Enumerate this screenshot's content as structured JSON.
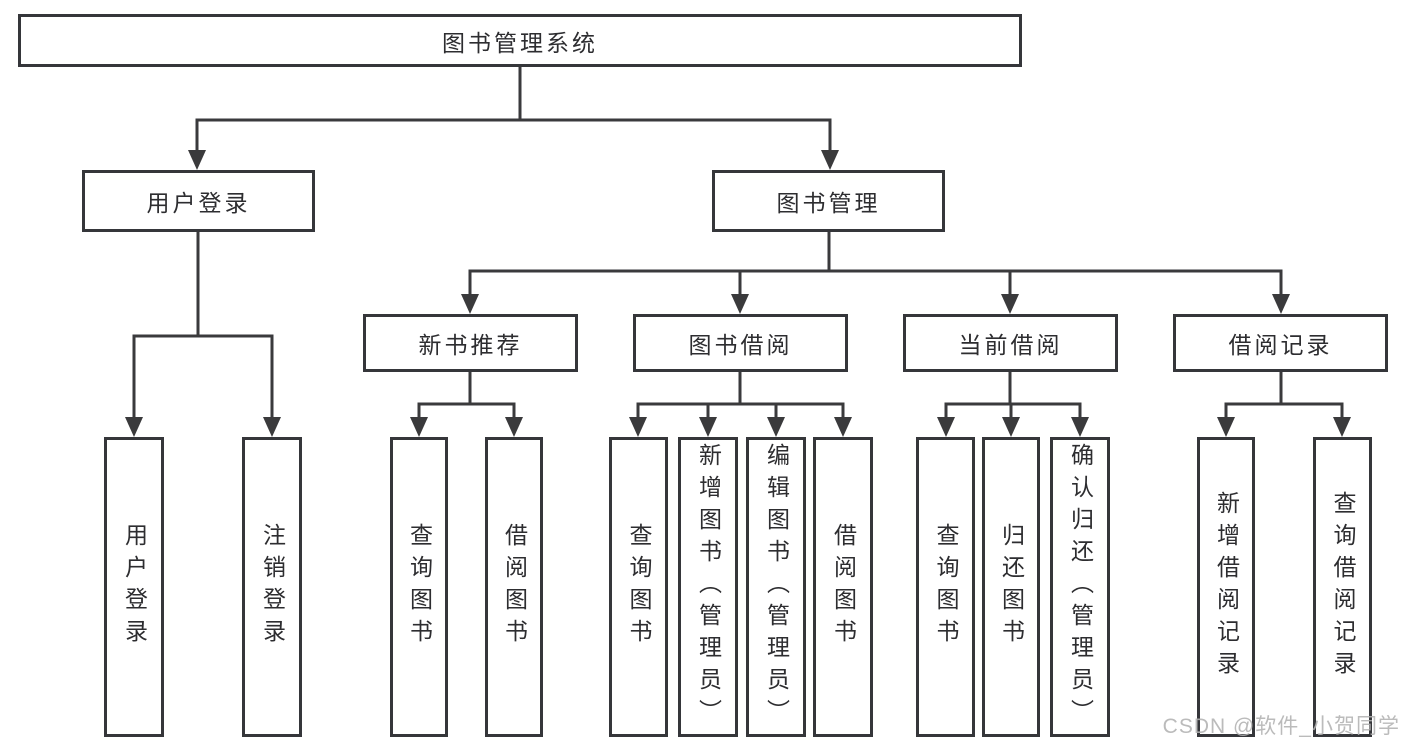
{
  "watermark": "CSDN @软件_小贺同学",
  "colors": {
    "line": "#3a3a3c",
    "box_border": "#35363a",
    "text": "#2d2d30",
    "watermark": "#b2b2b2",
    "background": "#ffffff"
  },
  "tree": {
    "label": "图书管理系统",
    "children": [
      {
        "label": "用户登录",
        "children": [
          {
            "label": "用户登录"
          },
          {
            "label": "注销登录"
          }
        ]
      },
      {
        "label": "图书管理",
        "children": [
          {
            "label": "新书推荐",
            "children": [
              {
                "label": "查询图书"
              },
              {
                "label": "借阅图书"
              }
            ]
          },
          {
            "label": "图书借阅",
            "children": [
              {
                "label": "查询图书"
              },
              {
                "label": "新增图书（管理员）"
              },
              {
                "label": "编辑图书（管理员）"
              },
              {
                "label": "借阅图书"
              }
            ]
          },
          {
            "label": "当前借阅",
            "children": [
              {
                "label": "查询图书"
              },
              {
                "label": "归还图书"
              },
              {
                "label": "确认归还（管理员）"
              }
            ]
          },
          {
            "label": "借阅记录",
            "children": [
              {
                "label": "新增借阅记录"
              },
              {
                "label": "查询借阅记录"
              }
            ]
          }
        ]
      }
    ]
  }
}
